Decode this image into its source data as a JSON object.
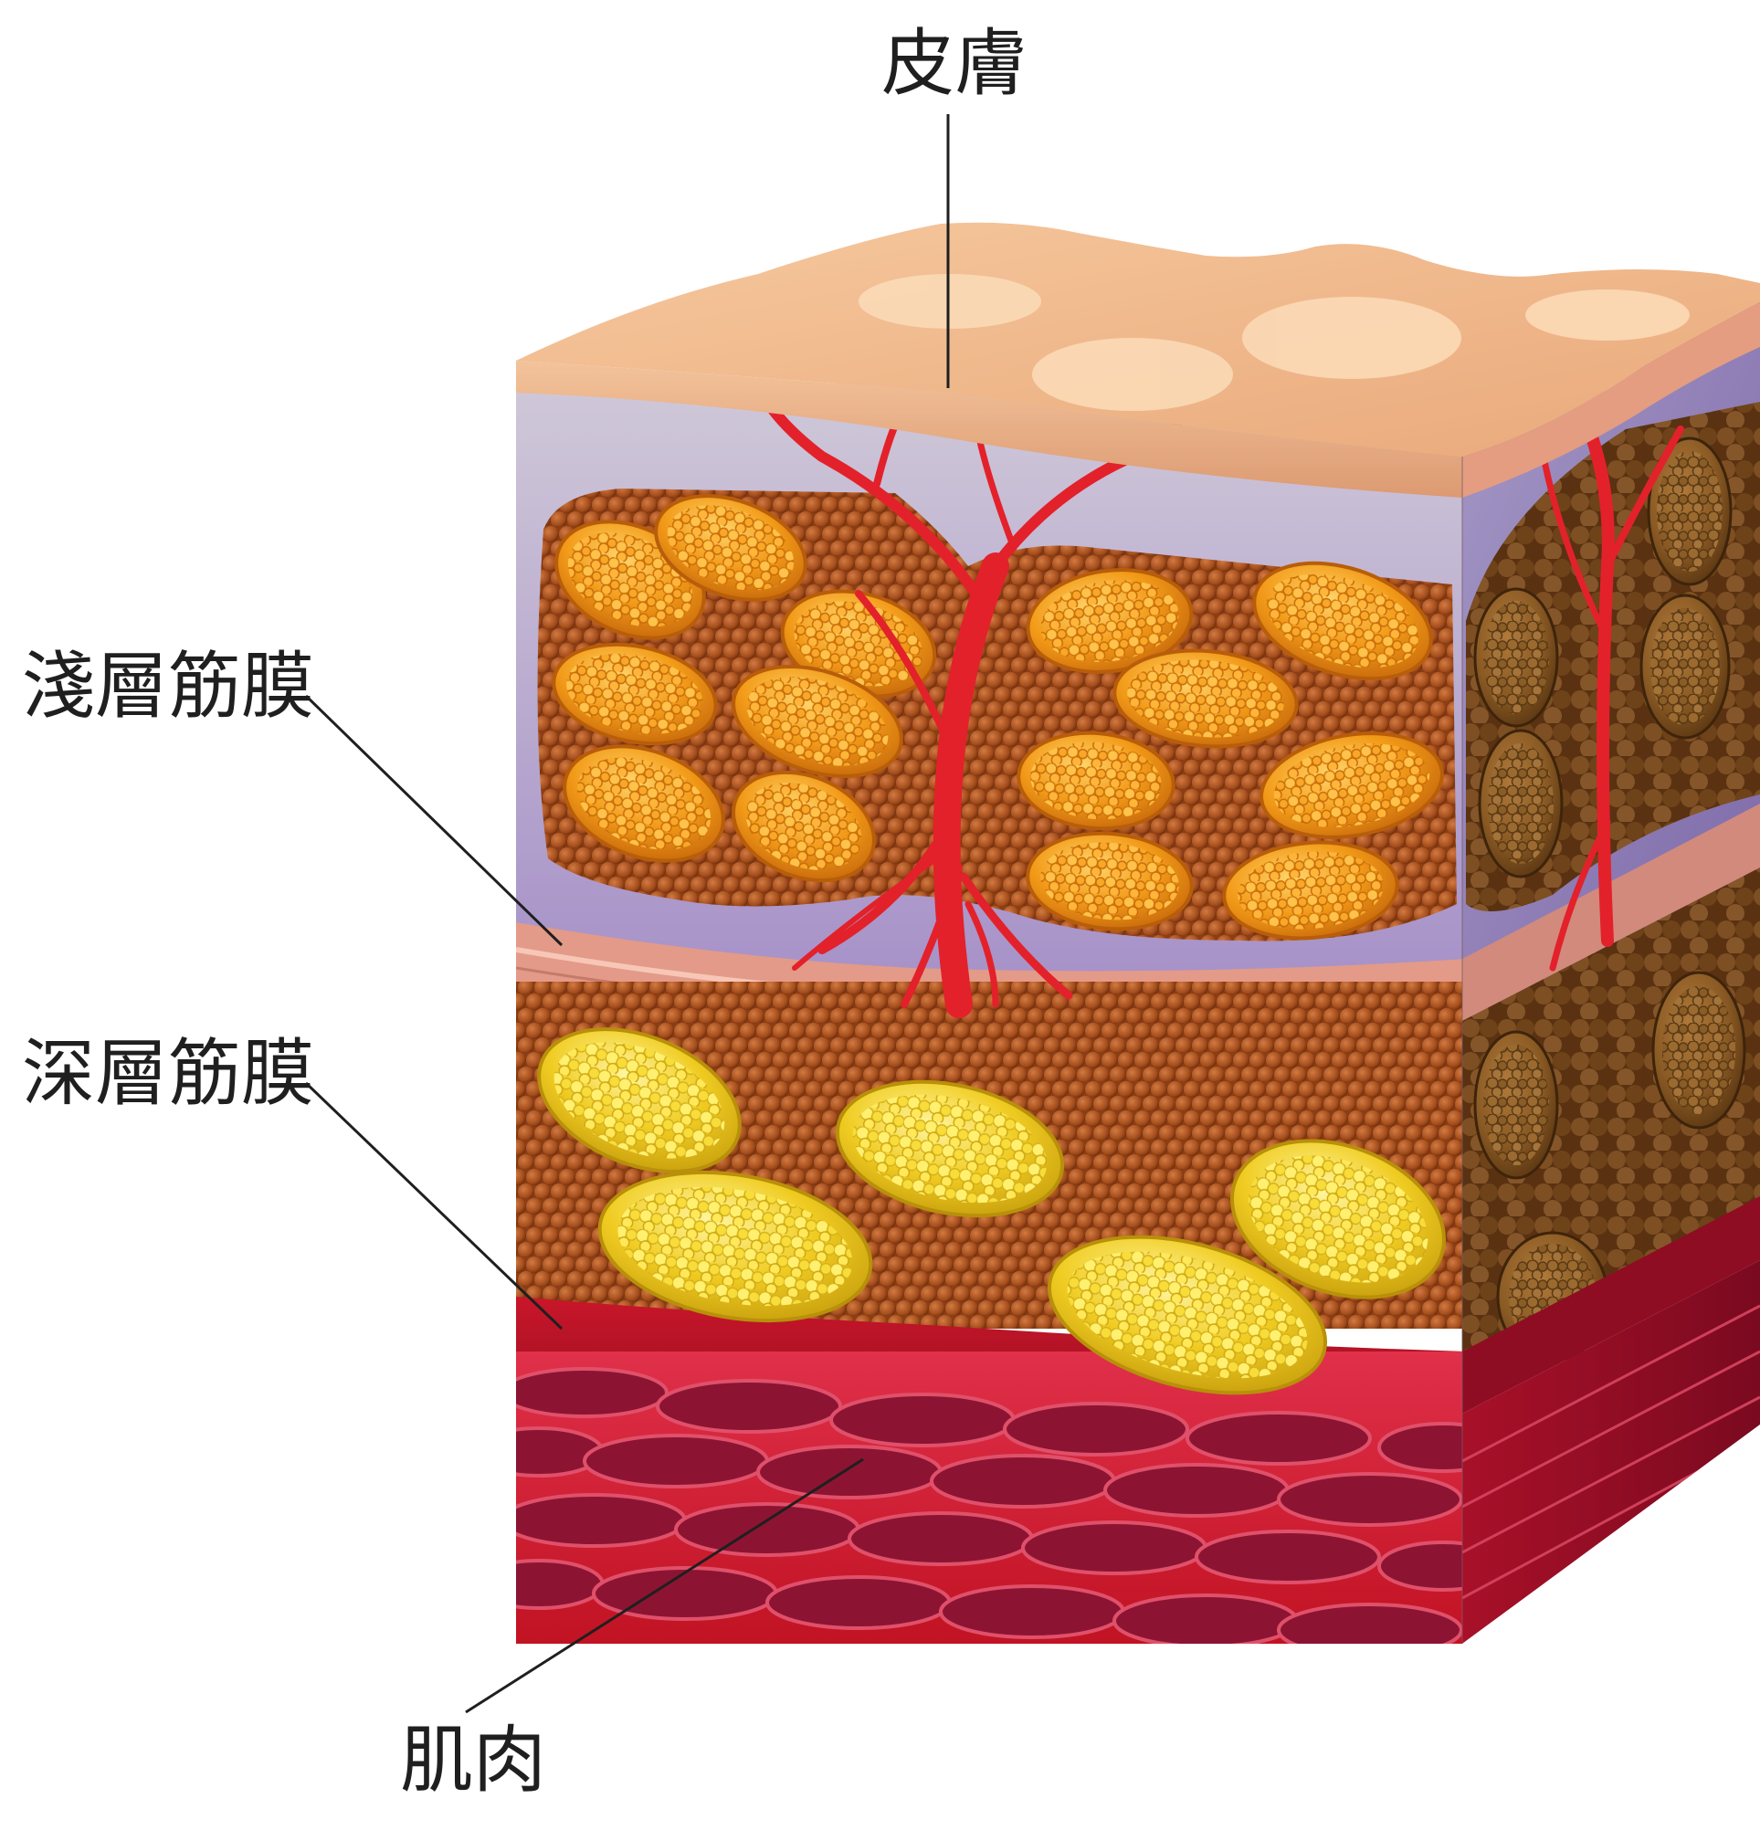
{
  "diagram": {
    "labels": {
      "skin": "皮膚",
      "superficial_fascia": "淺層筋膜",
      "deep_fascia": "深層筋膜",
      "muscle": "肌肉"
    },
    "colors": {
      "skin": "#efb98e",
      "subcutaneous_bg": "#b5a2c9",
      "fat_lobule": "#f29a18",
      "fat_lobule_deep": "#f0cc22",
      "fat_tissue": "#a44d1c",
      "fascia": "#e39a88",
      "vessel": "#e3212a",
      "muscle": "#c8172b",
      "muscle_fiber": "#8c1432",
      "leader_line": "#1f1f1f"
    }
  }
}
